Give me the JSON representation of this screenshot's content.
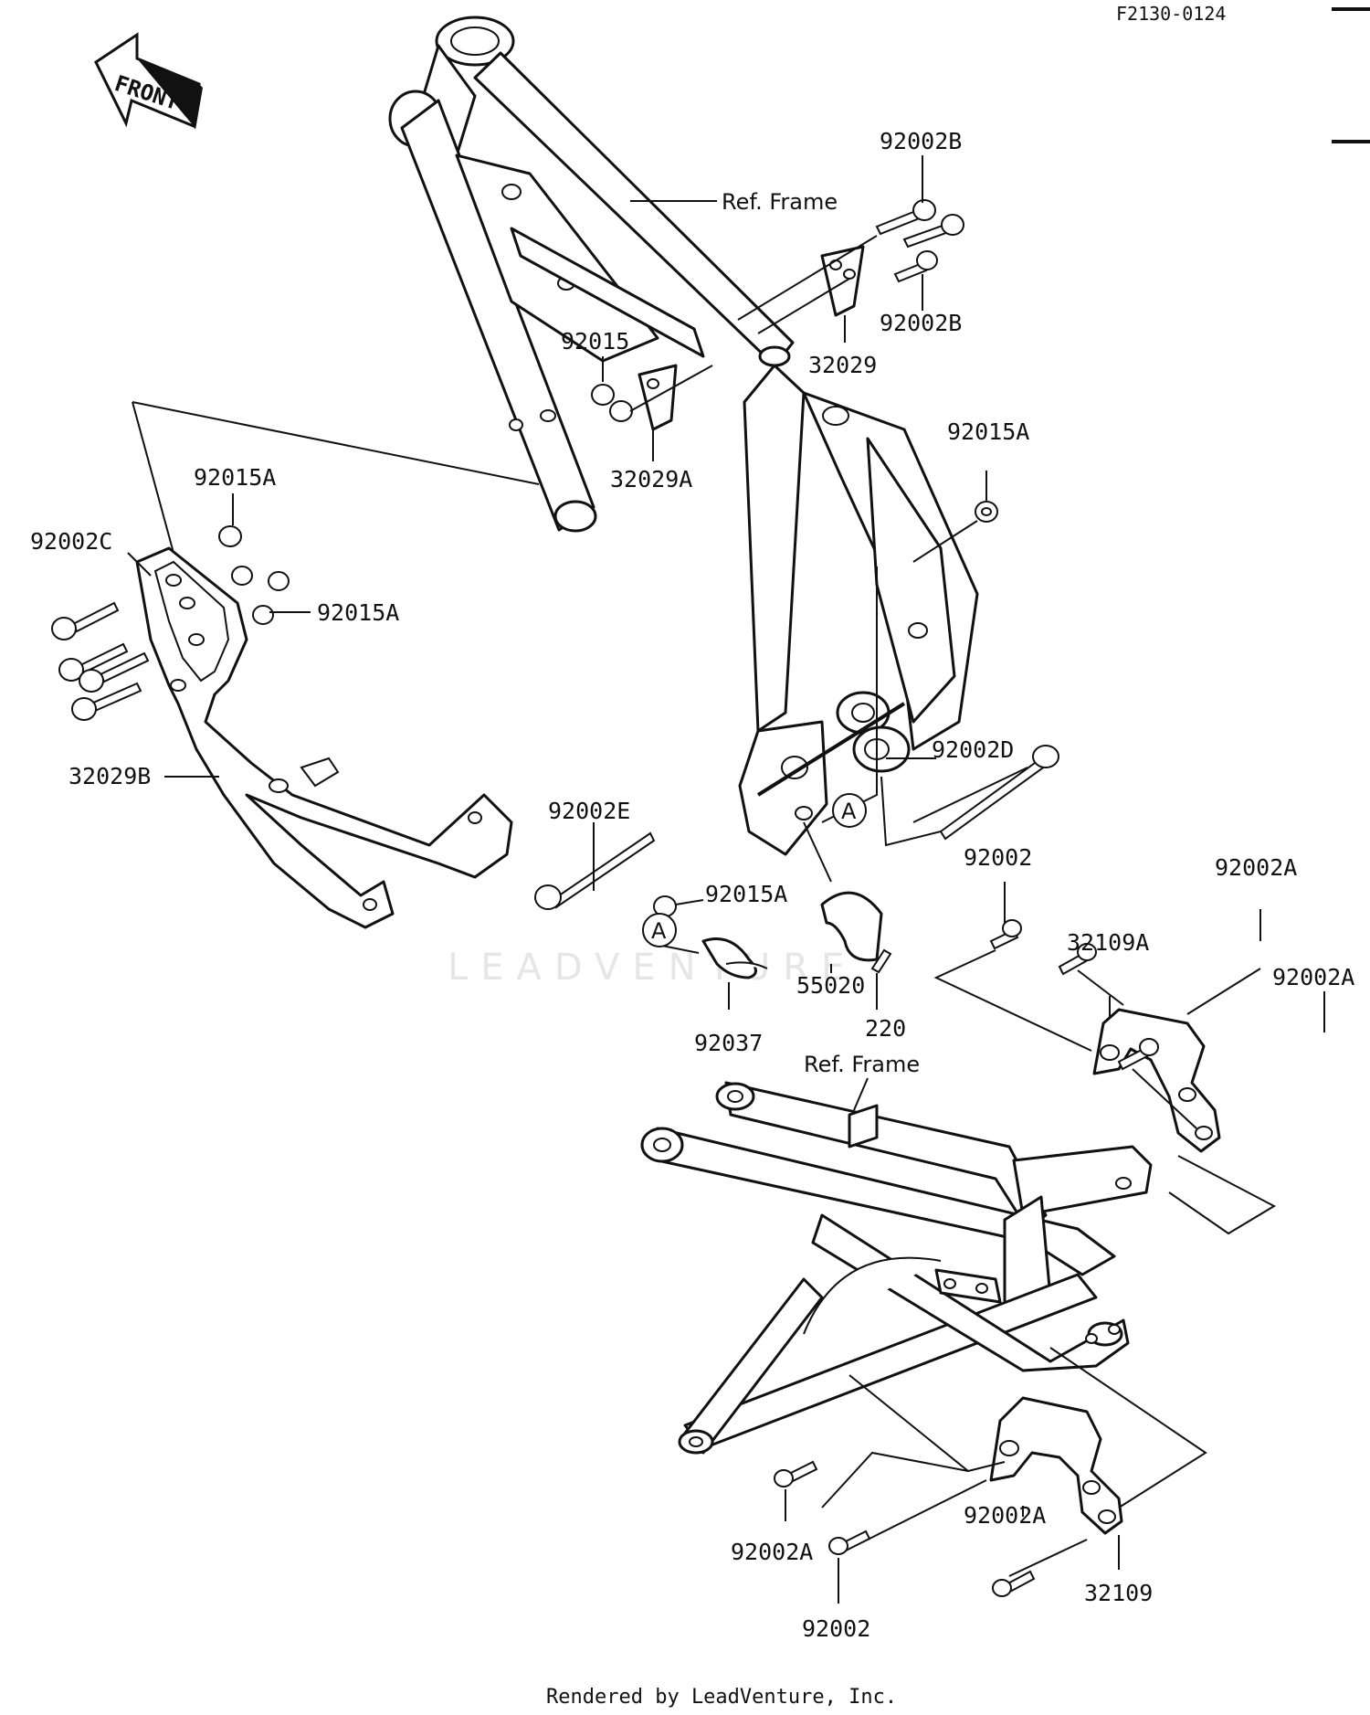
{
  "figure_code": "F2130-0124",
  "front_label": "FRONT",
  "ref_frame_upper": "Ref. Frame",
  "ref_frame_lower": "Ref. Frame",
  "marker_a": "A",
  "watermark": "LEADVENTURE",
  "footer": "Rendered by LeadVenture, Inc.",
  "parts": {
    "p92002B_top": "92002B",
    "p92002B_bottom": "92002B",
    "p32029": "32029",
    "p92015": "92015",
    "p32029A": "32029A",
    "p92015A_right": "92015A",
    "p92015A_left_top": "92015A",
    "p92002C": "92002C",
    "p92015A_left_mid": "92015A",
    "p32029B": "32029B",
    "p92002D": "92002D",
    "p92002E": "92002E",
    "p92015A_center": "92015A",
    "p92002_center": "92002",
    "p92002A_upper": "92002A",
    "p32109A": "32109A",
    "p92002A_right": "92002A",
    "p55020": "55020",
    "p220": "220",
    "p92037": "92037",
    "p92002A_lower_left": "92002A",
    "p92002A_lower_right": "92002A",
    "p32109": "32109",
    "p92002_bottom": "92002"
  }
}
